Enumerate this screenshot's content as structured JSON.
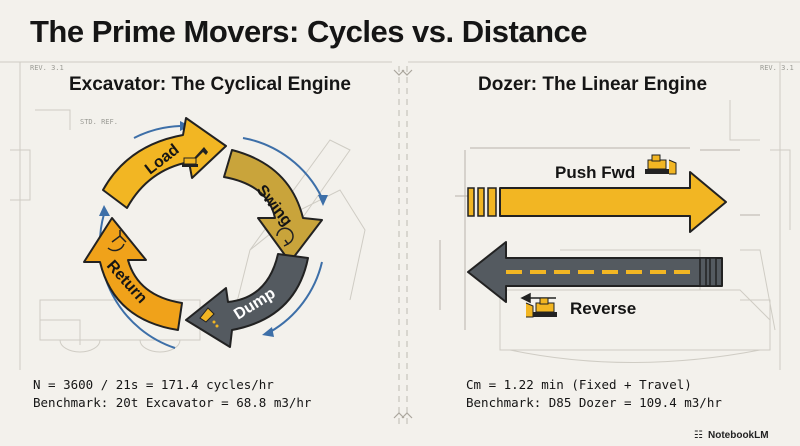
{
  "page_title": "The Prime Movers: Cycles vs. Distance",
  "excavator": {
    "title": "Excavator: The Cyclical Engine",
    "phases": [
      "Load",
      "Swing",
      "Dump",
      "Return"
    ],
    "formula_line1": "N = 3600 / 21s = 171.4 cycles/hr",
    "formula_line2": "Benchmark: 20t Excavator = 68.8 m3/hr"
  },
  "dozer": {
    "title": "Dozer: The Linear Engine",
    "push_label": "Push Fwd",
    "reverse_label": "Reverse",
    "formula_line1": "Cm = 1.22 min (Fixed + Travel)",
    "formula_line2": "Benchmark: D85 Dozer = 109.4 m3/hr"
  },
  "annotations": {
    "rev": "REV. 3.1",
    "std_ref": "STD. REF."
  },
  "brand": "NotebookLM",
  "colors": {
    "yellow": "#f2b623",
    "mustard": "#c9a43b",
    "slate": "#545a60",
    "amber": "#f0a21a",
    "outline": "#222222",
    "blue_arrow": "#3d6fa8"
  }
}
